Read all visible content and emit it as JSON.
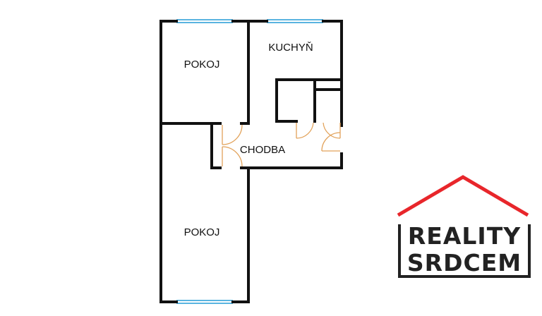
{
  "floorplan": {
    "rooms": [
      {
        "label": "POKOJ"
      },
      {
        "label": "KUCHYŇ"
      },
      {
        "label": "CHODBA"
      },
      {
        "label": "POKOJ"
      }
    ]
  },
  "logo": {
    "line1": "REALITY",
    "line2": "SRDCEM",
    "roof_color": "#e8262b",
    "text_color": "#222222"
  },
  "colors": {
    "wall": "#111111",
    "window": "#5ab4e0",
    "door": "#e2a25a"
  }
}
